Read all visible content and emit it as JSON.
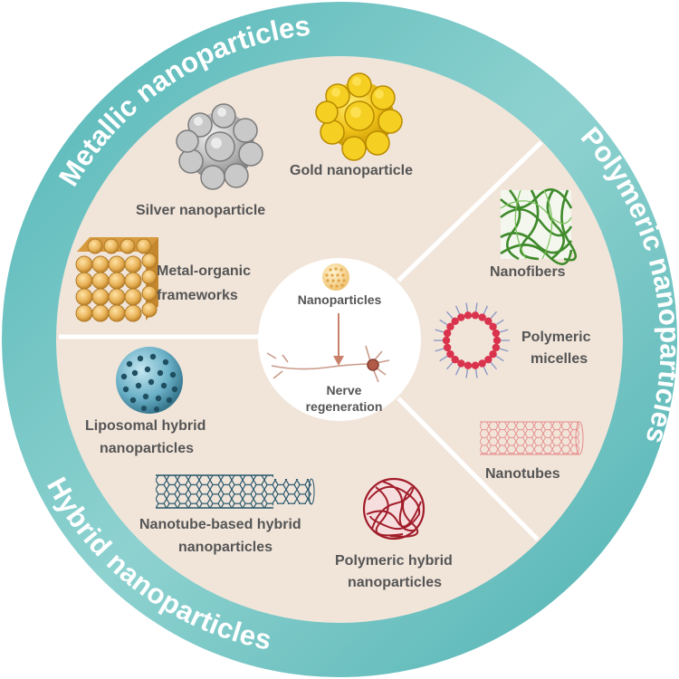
{
  "ring": {
    "metallic": "Metallic nanoparticles",
    "polymeric": "Polymeric nanoparticles",
    "hybrid": "Hybrid nanoparticles"
  },
  "center": {
    "top": "Nanoparticles",
    "bottom_line1": "Nerve",
    "bottom_line2": "regeneration"
  },
  "metallic": {
    "gold": "Gold nanoparticle",
    "silver": "Silver nanoparticle",
    "mof_line1": "Metal-organic",
    "mof_line2": "frameworks"
  },
  "polymeric": {
    "nanofibers": "Nanofibers",
    "micelles_line1": "Polymeric",
    "micelles_line2": "micelles",
    "nanotubes": "Nanotubes"
  },
  "hybrid": {
    "liposomal_line1": "Liposomal hybrid",
    "liposomal_line2": "nanoparticles",
    "nanotube_line1": "Nanotube-based hybrid",
    "nanotube_line2": "nanoparticles",
    "polymeric_line1": "Polymeric hybrid",
    "polymeric_line2": "nanoparticles"
  },
  "colors": {
    "ring": "#5fbcbc",
    "sector_fill": "#f1e5da",
    "label": "#555555"
  }
}
